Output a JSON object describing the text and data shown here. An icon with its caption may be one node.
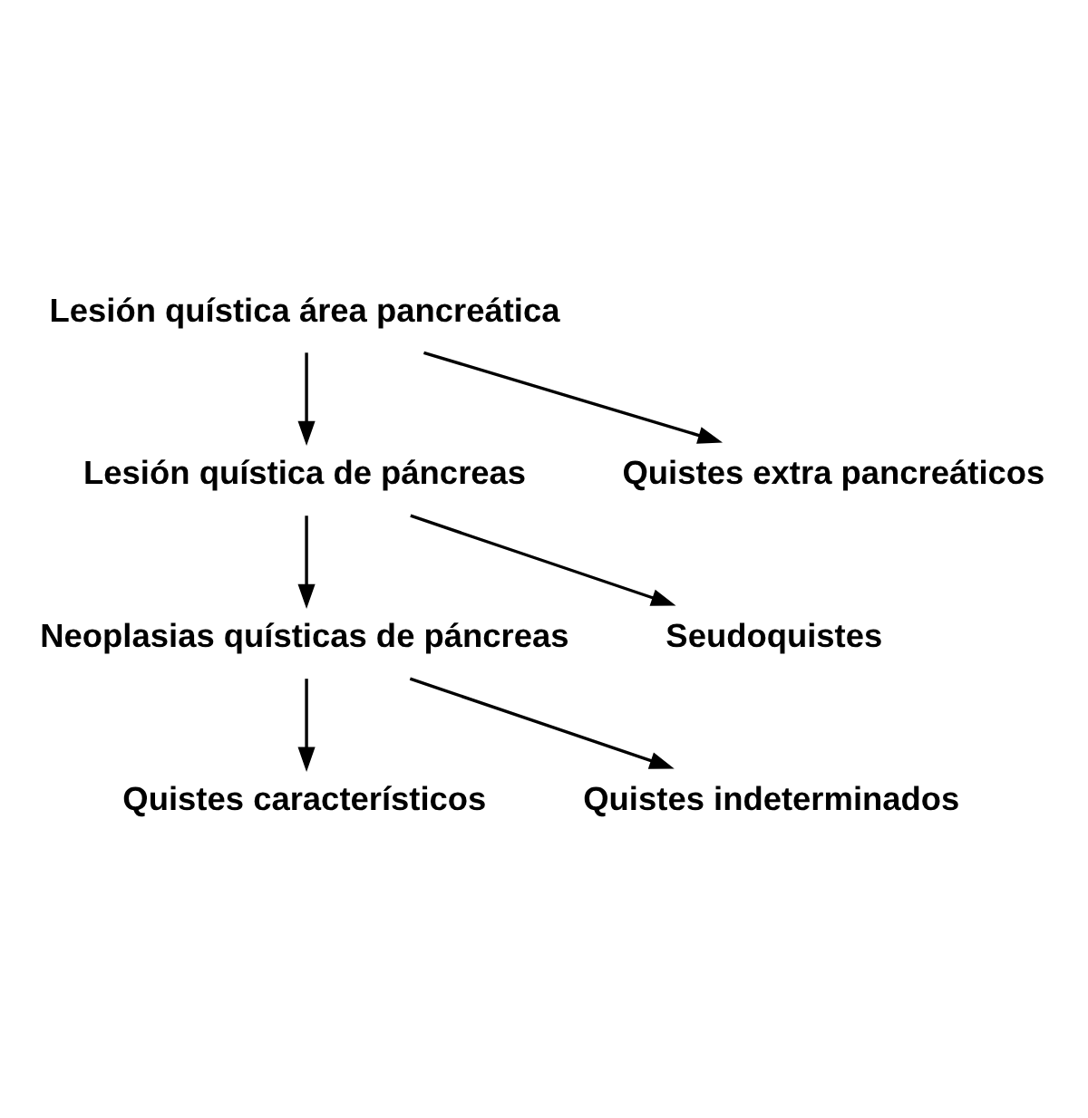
{
  "diagram": {
    "nodes": [
      {
        "text": [
          "Lesión quística área pancreática"
        ]
      },
      {
        "text": [
          "Quistes extra pancreáticos"
        ]
      },
      {
        "text": [
          "Lesión quística de páncreas"
        ]
      },
      {
        "text": [
          "Seudoquistes"
        ]
      },
      {
        "text": [
          "Neoplasias quísticas de páncreas"
        ]
      },
      {
        "text": [
          "Quistes indeterminados"
        ]
      },
      {
        "text": [
          "Quistes característicos"
        ]
      }
    ],
    "edges": [
      {
        "from": 0,
        "to": 2,
        "arrow": "to"
      },
      {
        "from": 0,
        "to": 1,
        "arrow": "to"
      },
      {
        "from": 2,
        "to": 4,
        "arrow": "to"
      },
      {
        "from": 2,
        "to": 3,
        "arrow": "to"
      },
      {
        "from": 4,
        "to": 6,
        "arrow": "to"
      },
      {
        "from": 4,
        "to": 5,
        "arrow": "to"
      }
    ]
  }
}
